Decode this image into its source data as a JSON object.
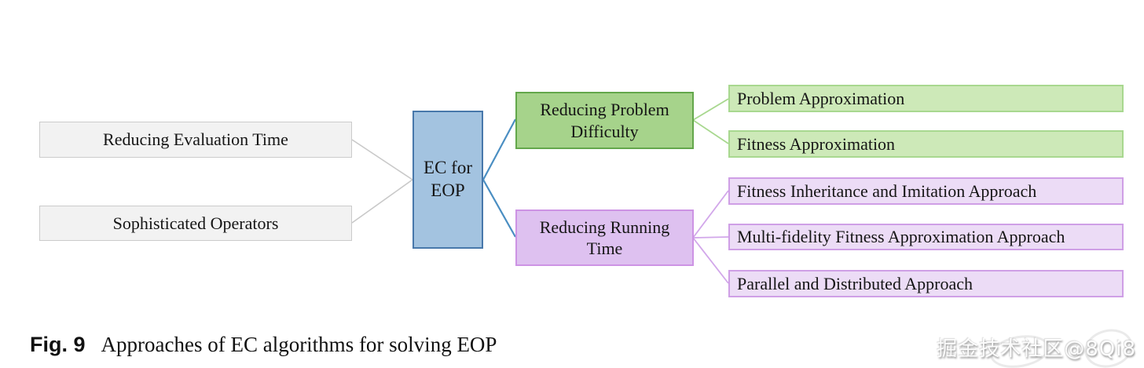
{
  "figure": {
    "caption_label": "Fig. 9",
    "caption_text": "Approaches of EC algorithms for solving EOP"
  },
  "diagram": {
    "root_label": "EC for EOP",
    "left_nodes": [
      "Reducing Evaluation Time",
      "Sophisticated Operators"
    ],
    "branches": [
      {
        "label": "Reducing Problem Difficulty",
        "children": [
          "Problem Approximation",
          "Fitness Approximation"
        ]
      },
      {
        "label": "Reducing Running Time",
        "children": [
          "Fitness Inheritance and Imitation Approach",
          "Multi-fidelity Fitness Approximation Approach",
          "Parallel and Distributed Approach"
        ]
      }
    ]
  },
  "watermark": "掘金技术社区@8Qi8",
  "colors": {
    "root_fill": "#a3c3e0",
    "root_border": "#4878ab",
    "branch_green_fill": "#a6d38b",
    "branch_green_border": "#63a74b",
    "child_green_fill": "#cde9b8",
    "child_green_border": "#a8d88f",
    "branch_purple_fill": "#dec1f0",
    "branch_purple_border": "#cd93e4",
    "child_purple_fill": "#ecdcf6",
    "child_purple_border": "#cf9fe6",
    "left_node_fill": "#f2f2f2",
    "left_node_border": "#cbcbcb",
    "line_gray": "#c9c9c9",
    "line_blue": "#4a8ec2"
  }
}
